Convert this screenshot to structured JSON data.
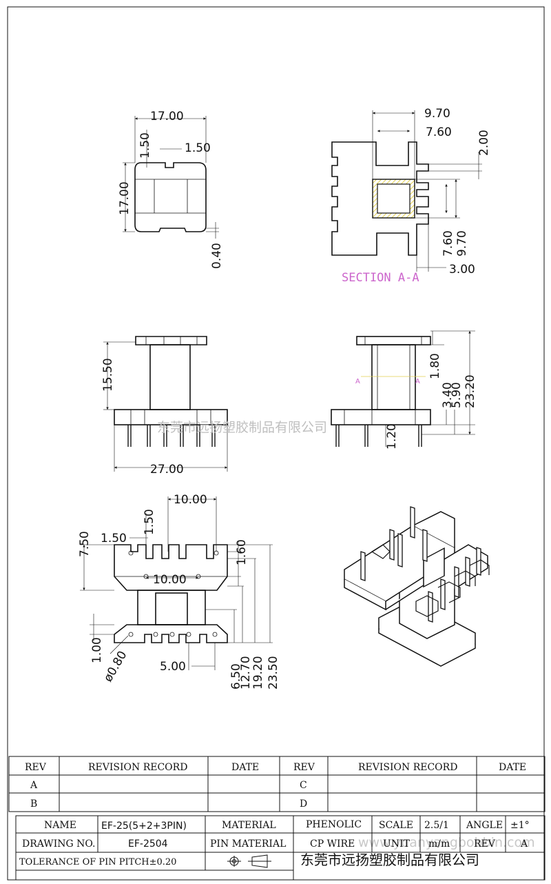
{
  "drawing": {
    "top_view": {
      "width_dim": "17.00",
      "height_dim": "17.00",
      "notch_depth": "1.50",
      "notch_width": "1.50",
      "foot_step": "0.40"
    },
    "section_view": {
      "outer_dim": "9.70",
      "inner_dim": "7.60",
      "flange_dim": "2.00",
      "core_inner": "7.60",
      "core_outer": "9.70",
      "wall_dim": "3.00",
      "section_label": "SECTION A-A"
    },
    "front_view": {
      "height_dim": "15.50",
      "width_dim": "27.00",
      "watermark": "东莞市远扬塑胶制品有限公司"
    },
    "side_view": {
      "dim_1": "1.80",
      "dim_2": "3.40",
      "dim_3": "5.90",
      "dim_4": "23.20",
      "dim_5": "1.20",
      "marker_label": "A"
    },
    "bottom_view": {
      "pin_span": "10.00",
      "slot_width": "1.50",
      "slot_width_2": "1.50",
      "depth_dim": "7.50",
      "inner_dim": "1.60",
      "pin_spacing": "10.00",
      "pin_pitch": "5.00",
      "flange_dim": "1.00",
      "pin_dia": "ø0.80",
      "d1": "6.50",
      "d2": "12.70",
      "d3": "19.20",
      "d4": "23.50"
    }
  },
  "revision_table": {
    "headers": [
      "REV",
      "REVISION RECORD",
      "DATE",
      "REV",
      "REVISION RECORD",
      "DATE"
    ],
    "row_labels": [
      "A",
      "B",
      "C",
      "D"
    ]
  },
  "title_block": {
    "name_label": "NAME",
    "name_value": "EF-25(5+2+3PIN)",
    "material_label": "MATERIAL",
    "material_value": "PHENOLIC",
    "scale_label": "SCALE",
    "scale_value": "2.5/1",
    "angle_label": "ANGLE",
    "angle_value": "±1°",
    "drawing_no_label": "DRAWING NO.",
    "drawing_no_value": "EF-2504",
    "pin_material_label": "PIN MATERIAL",
    "pin_material_value": "CP WIRE",
    "unit_label": "UNIT",
    "unit_value": "m/m",
    "rev_label": "REV",
    "rev_value": "A",
    "tolerance": "TOLERANCE OF PIN PITCH±0.20",
    "company": "东莞市远扬塑胶制品有限公司",
    "website_watermark": "www.yuanyangbobbin.com"
  },
  "colors": {
    "line": "#111111",
    "section_label": "#cc66cc",
    "hatch": "#e8d86a",
    "watermark": "#bbbbbb"
  }
}
